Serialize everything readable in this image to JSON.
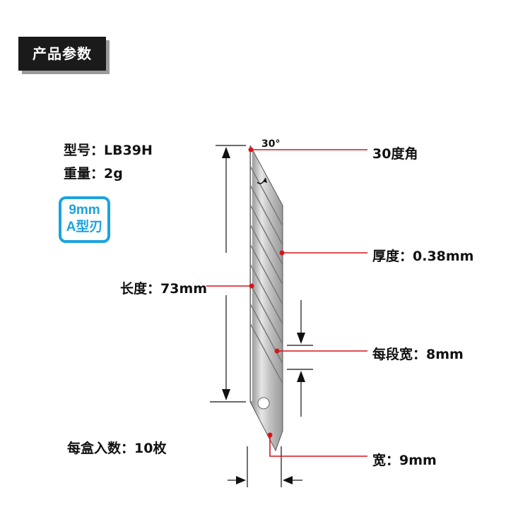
{
  "header": {
    "title": "产品参数"
  },
  "specs": {
    "model": "型号：LB39H",
    "weight": "重量：2g",
    "length": "长度：73mm",
    "per_box": "每盒入数：10枚"
  },
  "badge": {
    "line1": "9mm",
    "line2": "A型刃",
    "color": "#1aa3e0"
  },
  "annotations": {
    "angle_mark": "30°",
    "angle": "30度角",
    "thickness": "厚度：0.38mm",
    "segment_width": "每段宽：8mm",
    "width": "宽：9mm"
  },
  "colors": {
    "callout_red": "#d9141b",
    "dimension_black": "#111111"
  }
}
